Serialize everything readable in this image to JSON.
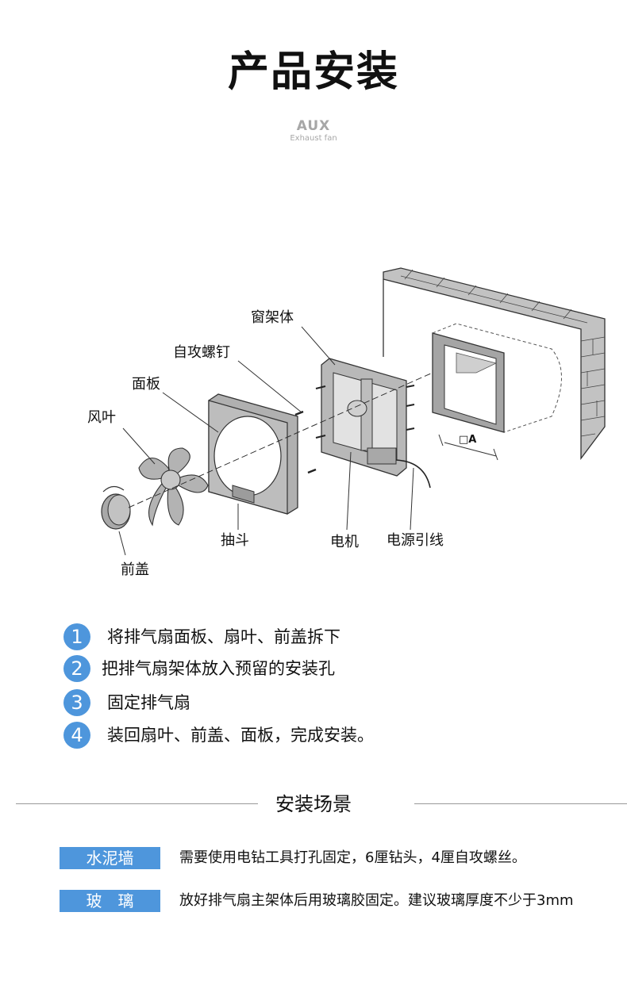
{
  "header": {
    "title": "产品安装"
  },
  "brand": {
    "logo": "AUX",
    "subtitle": "Exhaust fan"
  },
  "diagram": {
    "labels": {
      "window_frame": "窗架体",
      "self_tapping_screw": "自攻螺钉",
      "panel": "面板",
      "fan_blade": "风叶",
      "front_cover": "前盖",
      "drawer": "抽斗",
      "motor": "电机",
      "power_cord": "电源引线",
      "dimension": "□A"
    }
  },
  "steps": [
    {
      "num": "1",
      "text": "将排气扇面板、扇叶、前盖拆下"
    },
    {
      "num": "2",
      "text": "把排气扇架体放入预留的安装孔"
    },
    {
      "num": "3",
      "text": "固定排气扇"
    },
    {
      "num": "4",
      "text": "装回扇叶、前盖、面板，完成安装。"
    }
  ],
  "section": {
    "title": "安装场景"
  },
  "scenes": [
    {
      "tag": "水泥墙",
      "desc": "需要使用电钻工具打孔固定，6厘钻头，4厘自攻螺丝。"
    },
    {
      "tag": "玻　璃",
      "desc": "放好排气扇主架体后用玻璃胶固定。建议玻璃厚度不少于3mm"
    }
  ],
  "colors": {
    "accent": "#4e96dc",
    "part_fill": "#b4b4b4",
    "wall_fill": "#c0c0c0"
  }
}
